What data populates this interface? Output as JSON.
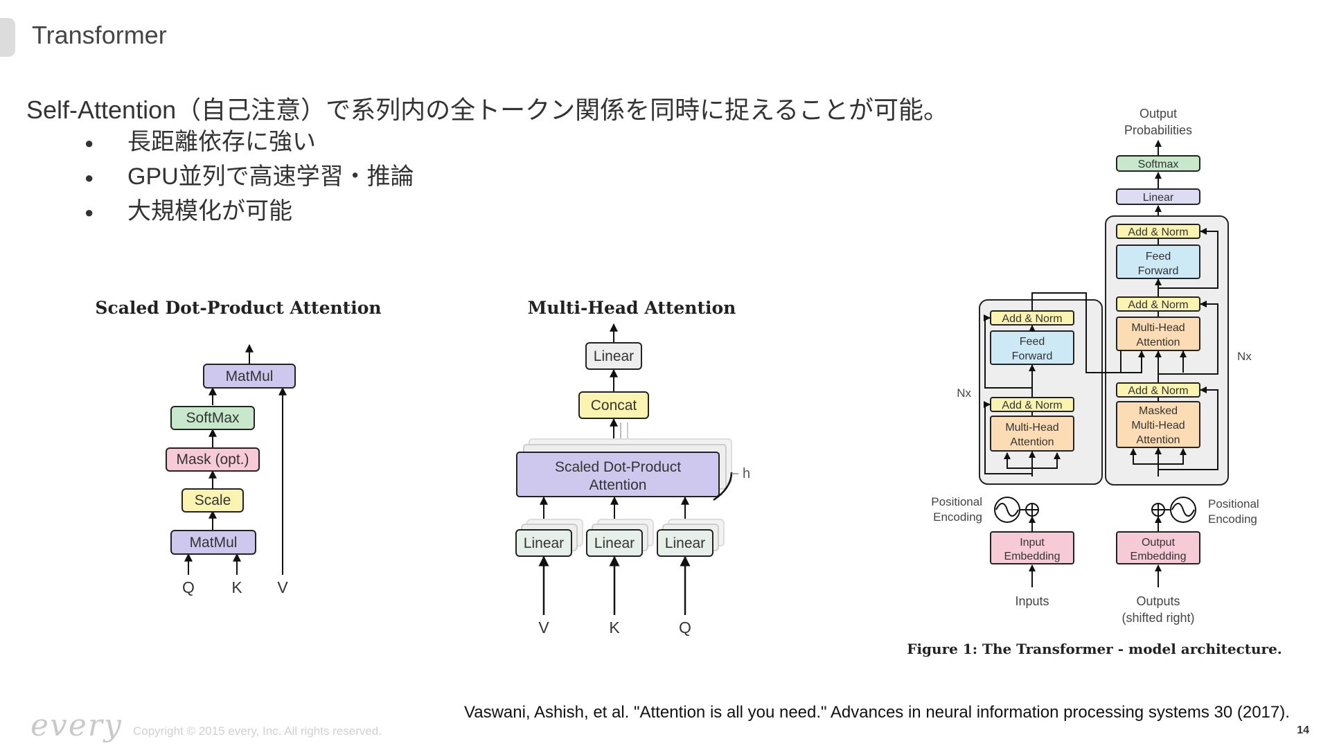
{
  "slide": {
    "title": "Transformer",
    "lead": "Self-Attention（自己注意）で系列内の全トークン関係を同時に捉えることが可能。",
    "bullets": [
      "長距離依存に強い",
      "GPU並列で高速学習・推論",
      "大規模化が可能"
    ],
    "bullet_glyph": "●"
  },
  "colors": {
    "purple": "#cfc8ee",
    "green": "#c8e8cb",
    "pink": "#f6cbd6",
    "yellow": "#fbf3b0",
    "blue": "#cde9f6",
    "orange": "#fbdcb5",
    "lavender": "#dcdcf2",
    "gray_box": "#eeeeee"
  },
  "scaled_dot_product": {
    "title": "Scaled Dot-Product Attention",
    "blocks": {
      "matmul_top": "MatMul",
      "softmax": "SoftMax",
      "mask": "Mask (opt.)",
      "scale": "Scale",
      "matmul_bottom": "MatMul"
    },
    "inputs": [
      "Q",
      "K",
      "V"
    ]
  },
  "multi_head": {
    "title": "Multi-Head Attention",
    "blocks": {
      "linear_top": "Linear",
      "concat": "Concat",
      "attention_line1": "Scaled Dot-Product",
      "attention_line2": "Attention",
      "linear": "Linear"
    },
    "h_label": "h",
    "inputs": [
      "V",
      "K",
      "Q"
    ]
  },
  "transformer": {
    "output_probabilities_1": "Output",
    "output_probabilities_2": "Probabilities",
    "softmax": "Softmax",
    "linear": "Linear",
    "add_norm": "Add & Norm",
    "feed_1": "Feed",
    "feed_2": "Forward",
    "mha_1": "Multi-Head",
    "mha_2": "Attention",
    "masked": "Masked",
    "nx": "Nx",
    "pos_1": "Positional",
    "pos_2": "Encoding",
    "input_emb_1": "Input",
    "input_emb_2": "Embedding",
    "output_emb_1": "Output",
    "output_emb_2": "Embedding",
    "inputs": "Inputs",
    "outputs_1": "Outputs",
    "outputs_2": "(shifted right)",
    "caption": "Figure 1: The Transformer - model architecture."
  },
  "footer": {
    "citation": "Vaswani, Ashish, et al. \"Attention is all you need.\" Advances in neural information processing systems 30 (2017).",
    "logo": "every",
    "copyright": "Copyright © 2015 every, Inc. All rights reserved.",
    "page_number": "14"
  }
}
